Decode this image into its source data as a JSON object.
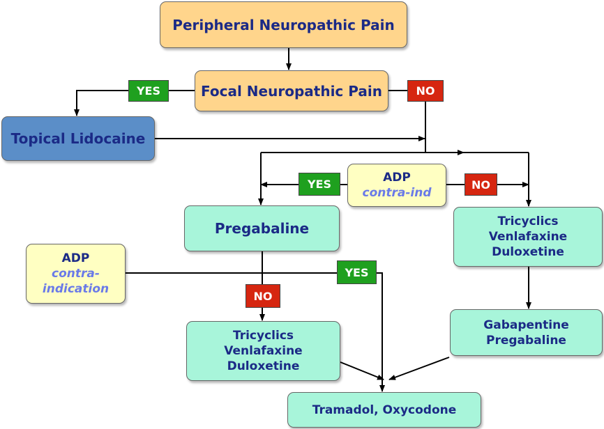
{
  "nodes": {
    "peripheral": "Peripheral Neuropathic Pain",
    "focal": "Focal Neuropathic Pain",
    "lidocaine": "Topical Lidocaine",
    "adp_top": {
      "line1": "ADP",
      "line2": "contra-ind"
    },
    "pregabaline": "Pregabaline",
    "tricyclics_right": [
      "Tricyclics",
      "Venlafaxine",
      "Duloxetine"
    ],
    "adp_left": {
      "line1": "ADP",
      "line2": "contra-",
      "line3": "indication"
    },
    "tricyclics_mid": [
      "Tricyclics",
      "Venlafaxine",
      "Duloxetine"
    ],
    "gabapentine": [
      "Gabapentine",
      "Pregabaline"
    ],
    "tramadol": "Tramadol, Oxycodone"
  },
  "labels": {
    "yes_focal": "YES",
    "no_focal": "NO",
    "yes_adp": "YES",
    "no_adp": "NO",
    "no_pregabaline": "NO",
    "yes_adp_left": "YES"
  },
  "colors": {
    "orange": "#ffd58c",
    "mint": "#a8f5da",
    "blue": "#5b8ec8",
    "yellow": "#ffffc2",
    "yes_green": "#1fa01f",
    "no_red": "#d62610",
    "text_navy": "#1b2a86",
    "text_italic": "#6a7ae8"
  }
}
